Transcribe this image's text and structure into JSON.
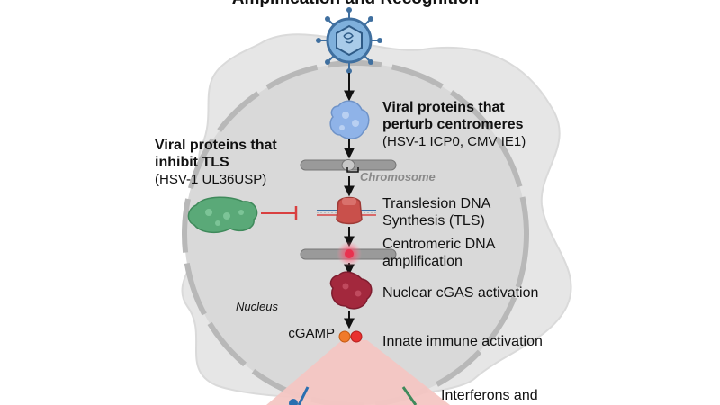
{
  "title": "Amplification and Recognition",
  "labels": {
    "centromere_heading_1": "Viral proteins that",
    "centromere_heading_2": "perturb centromeres",
    "centromere_examples": "(HSV-1 ICP0, CMV IE1)",
    "tls_heading_1": "Viral proteins that",
    "tls_heading_2": "inhibit TLS",
    "tls_examples": "(HSV-1 UL36USP)",
    "chromosome": "Chromosome",
    "nucleus": "Nucleus",
    "tls_step_1": "Translesion DNA",
    "tls_step_2": "Synthesis (TLS)",
    "amplification_1": "Centromeric DNA",
    "amplification_2": "amplification",
    "cgas": "Nuclear cGAS activation",
    "cgamp": "cGAMP",
    "innate": "Innate immune activation",
    "interferons": "Interferons and"
  },
  "colors": {
    "cell": "#e6e6e6",
    "nucleus": "#d9d9d9",
    "virus": "#3f6f9f",
    "centromere_protein": "#8fb3e8",
    "tls_inhibitor": "#5aa978",
    "inhibition_bar": "#d94040",
    "tls_polymerase": "#c9504b",
    "cgas": "#a3283d",
    "cone": "#f4c6c3",
    "chromosome": "#9a9a9a"
  },
  "icons": [
    "virus-icon",
    "protein-icon",
    "chromosome-icon",
    "polymerase-icon",
    "cgas-icon",
    "cgamp-icon"
  ]
}
